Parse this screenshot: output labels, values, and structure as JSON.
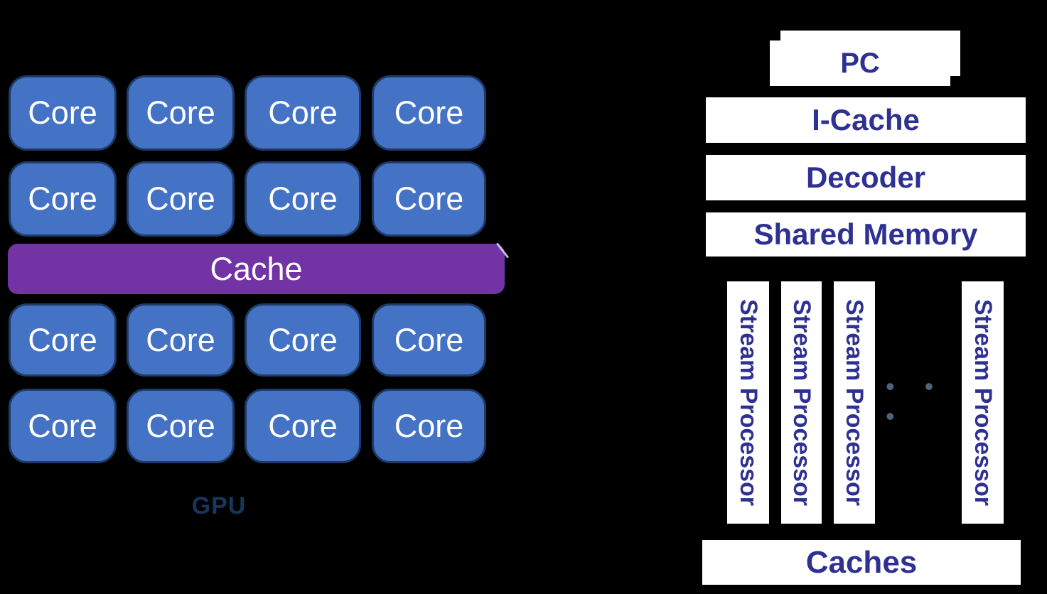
{
  "colors": {
    "background": "#000000",
    "core_fill": "#4472C4",
    "core_border": "#1E3A66",
    "core_text": "#FFFFFF",
    "cache_fill": "#7233A5",
    "cache_text": "#FFFFFF",
    "gpu_text": "#17375D",
    "box_fill": "#FFFFFF",
    "box_text": "#2E3192",
    "dots": "#4E6580"
  },
  "left_panel": {
    "title": "GPU",
    "core_label": "Core",
    "core_count": 16,
    "core_grid": "4 columns x 4 rows, cache bar between row 2 and row 3",
    "cache_label": "Cache",
    "gpu_label": "GPU"
  },
  "right_panel": {
    "pc_label": "PC",
    "icache_label": "I-Cache",
    "decoder_label": "Decoder",
    "shared_memory_label": "Shared Memory",
    "stream_processor_label": "Stream Processor",
    "stream_processor_count": 4,
    "ellipsis": "• • •",
    "caches_label": "Caches"
  }
}
